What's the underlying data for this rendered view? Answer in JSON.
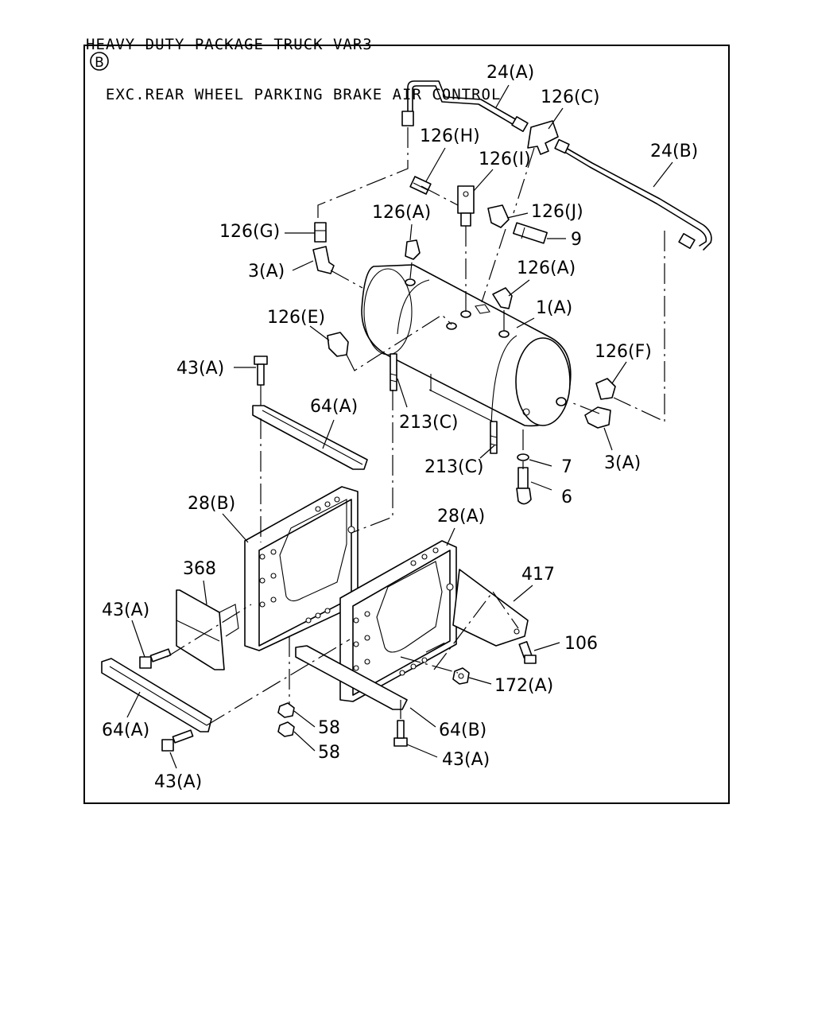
{
  "header": {
    "line1": "HEAVY DUTY PACKAGE TRUCK VAR3",
    "line2": "  EXC.REAR WHEEL PARKING BRAKE AIR CONTROL"
  },
  "view_marker": "B",
  "labels": {
    "l24a": "24(A)",
    "l126c": "126(C)",
    "l126h": "126(H)",
    "l126i": "126(I)",
    "l24b": "24(B)",
    "l126a_1": "126(A)",
    "l126j": "126(J)",
    "l126g": "126(G)",
    "l9": "9",
    "l3a_1": "3(A)",
    "l126a_2": "126(A)",
    "l126e": "126(E)",
    "l1a": "1(A)",
    "l126f": "126(F)",
    "l43a_1": "43(A)",
    "l64a_1": "64(A)",
    "l213c_1": "213(C)",
    "l213c_2": "213(C)",
    "l7": "7",
    "l3a_2": "3(A)",
    "l6": "6",
    "l28b": "28(B)",
    "l28a": "28(A)",
    "l368": "368",
    "l417": "417",
    "l43a_2": "43(A)",
    "l106": "106",
    "l172a": "172(A)",
    "l64a_2": "64(A)",
    "l58_1": "58",
    "l64b": "64(B)",
    "l58_2": "58",
    "l43a_3": "43(A)",
    "l43a_4": "43(A)"
  }
}
